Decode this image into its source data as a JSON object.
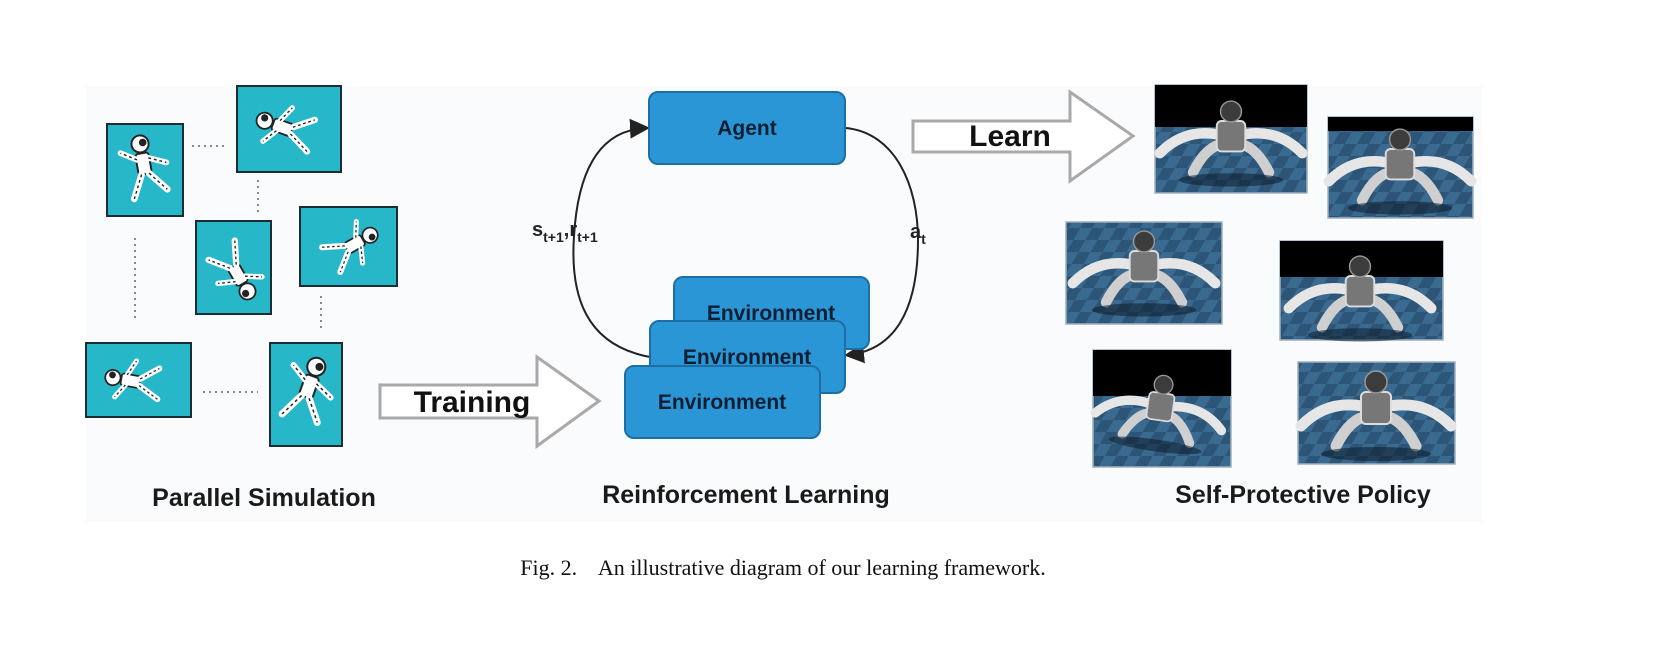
{
  "sections": {
    "parallel_simulation": "Parallel Simulation",
    "reinforcement_learning": "Reinforcement Learning",
    "self_protective_policy": "Self-Protective Policy"
  },
  "rl": {
    "agent": "Agent",
    "environment": "Environment",
    "state_reward": {
      "s": "s",
      "s_sub": "t+1",
      "sep": ",",
      "r": "r",
      "r_sub": "t+1"
    },
    "action": {
      "a": "a",
      "a_sub": "t"
    }
  },
  "arrows": {
    "training": "Training",
    "learn": "Learn"
  },
  "caption": "Fig. 2.    An illustrative diagram of our learning framework.",
  "colors": {
    "sim_tile": "#26b7c9",
    "rl_box": "#2b96d6",
    "policy_bg": "#2a4a66"
  }
}
